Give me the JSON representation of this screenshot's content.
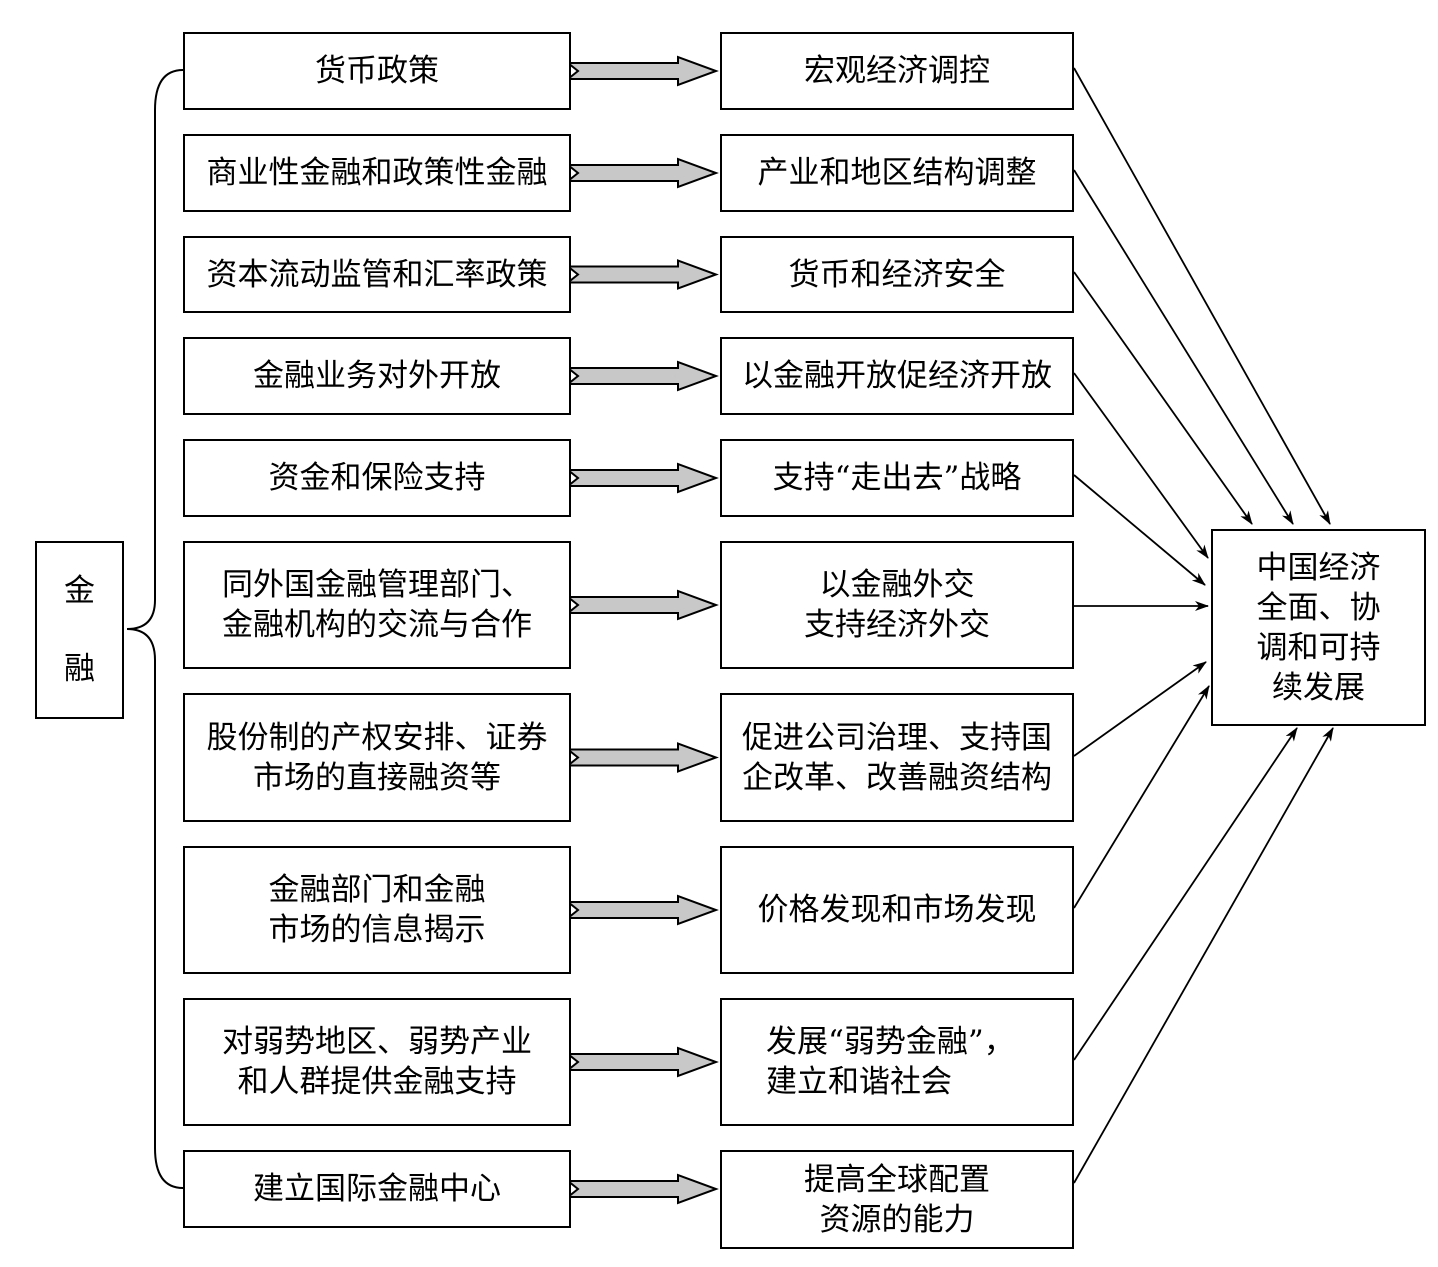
{
  "root": {
    "label": "金\n融"
  },
  "goal": {
    "label": "中国经济\n全面、协\n调和可持\n续发展"
  },
  "rows": [
    {
      "cause": "货币政策",
      "effect": "宏观经济调控"
    },
    {
      "cause": "商业性金融和政策性金融",
      "effect": "产业和地区结构调整"
    },
    {
      "cause": "资本流动监管和汇率政策",
      "effect": "货币和经济安全"
    },
    {
      "cause": "金融业务对外开放",
      "effect": "以金融开放促经济开放"
    },
    {
      "cause": "资金和保险支持",
      "effect": "支持“走出去”战略"
    },
    {
      "cause": "同外国金融管理部门、\n金融机构的交流与合作",
      "effect": "以金融外交\n支持经济外交"
    },
    {
      "cause": "股份制的产权安排、证券\n市场的直接融资等",
      "effect": "促进公司治理、支持国\n企改革、改善融资结构"
    },
    {
      "cause": "金融部门和金融\n市场的信息揭示",
      "effect": "价格发现和市场发现"
    },
    {
      "cause": "对弱势地区、弱势产业\n和人群提供金融支持",
      "effect": "发展“弱势金融”，\n建立和谐社会"
    },
    {
      "cause": "建立国际金融中心",
      "effect": "提高全球配置\n资源的能力"
    }
  ]
}
